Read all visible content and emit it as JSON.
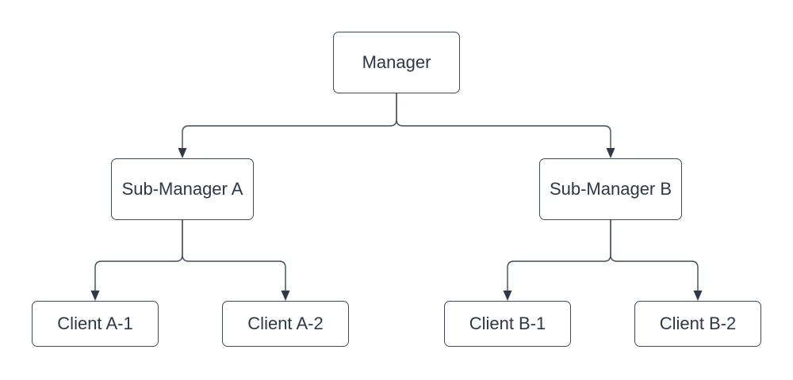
{
  "colors": {
    "background": "#ffffff",
    "node_fill": "#ffffff",
    "stroke": "#3f4a59",
    "text": "#2c3747",
    "arrow": "#2f3a49"
  },
  "diagram": {
    "type": "org-tree-flowchart",
    "nodes": {
      "manager": {
        "label": "Manager"
      },
      "sub_manager_a": {
        "label": "Sub-Manager A"
      },
      "sub_manager_b": {
        "label": "Sub-Manager B"
      },
      "client_a1": {
        "label": "Client A-1"
      },
      "client_a2": {
        "label": "Client A-2"
      },
      "client_b1": {
        "label": "Client B-1"
      },
      "client_b2": {
        "label": "Client B-2"
      }
    },
    "edges": [
      {
        "from": "manager",
        "to": "sub_manager_a",
        "arrow": "block"
      },
      {
        "from": "manager",
        "to": "sub_manager_b",
        "arrow": "block"
      },
      {
        "from": "sub_manager_a",
        "to": "client_a1",
        "arrow": "block"
      },
      {
        "from": "sub_manager_a",
        "to": "client_a2",
        "arrow": "block"
      },
      {
        "from": "sub_manager_b",
        "to": "client_b1",
        "arrow": "block"
      },
      {
        "from": "sub_manager_b",
        "to": "client_b2",
        "arrow": "block"
      }
    ]
  }
}
